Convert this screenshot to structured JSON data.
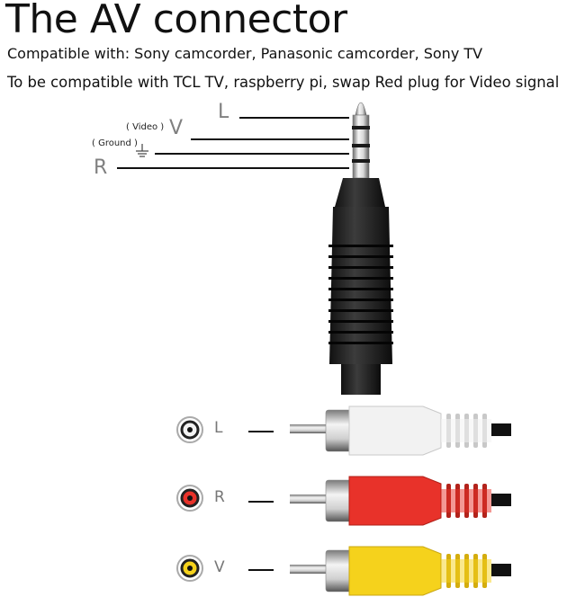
{
  "header": {
    "title": "The AV connector",
    "line1": "Compatible with: Sony camcorder, Panasonic camcorder, Sony TV",
    "line2": "To be compatible with TCL TV, raspberry pi, swap Red plug for Video signal"
  },
  "trrs_pins": {
    "left_label": "L",
    "video_note": "( Video )",
    "video_label": "V",
    "ground_note": "( Ground )",
    "right_label": "R"
  },
  "rca_plugs": [
    {
      "label": "L",
      "color": "#f2f2f2"
    },
    {
      "label": "R",
      "color": "#e8322a"
    },
    {
      "label": "V",
      "color": "#f5d21c"
    }
  ]
}
